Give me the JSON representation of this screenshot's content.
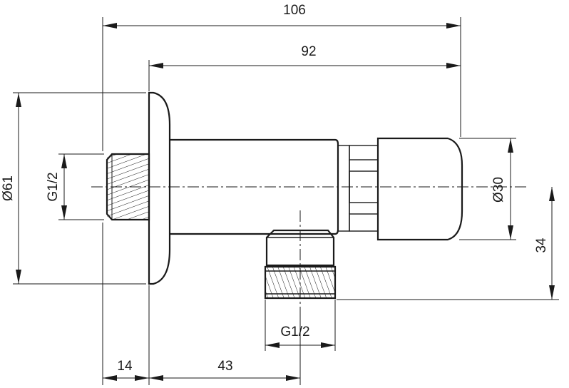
{
  "dimensions": {
    "overall_length": "106",
    "body_length": "92",
    "rosette_diameter": "Ø61",
    "inlet_thread": "G1/2",
    "cap_diameter": "Ø30",
    "outlet_height": "34",
    "outlet_thread": "G1/2",
    "thread_length": "14",
    "outlet_offset": "43"
  }
}
